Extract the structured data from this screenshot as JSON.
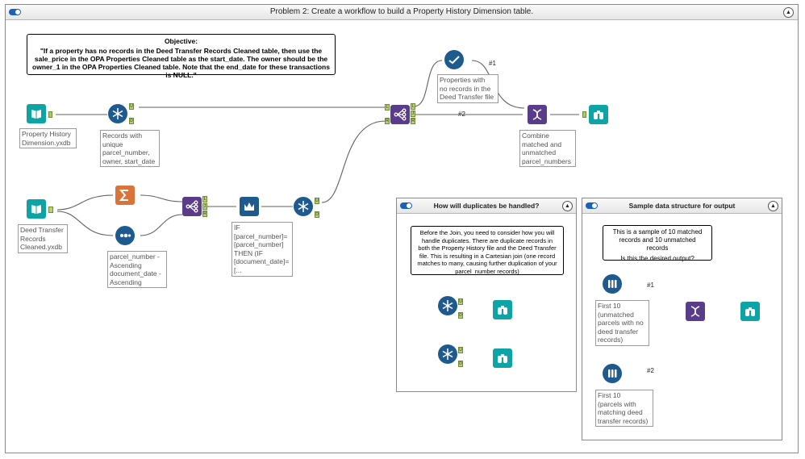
{
  "main": {
    "title": "Problem 2: Create a workflow to build a Property History Dimension table."
  },
  "objective": {
    "heading": "Objective:",
    "body": "\"If a property has no records in the Deed Transfer Records Cleaned table, then use the sale_price in the OPA Properties Cleaned table as the start_date. The owner should be the owner_1 in the OPA Properties Cleaned table. Note that the end_date for these transactions is NULL.\""
  },
  "annotations": {
    "output_file": [
      "Property History",
      "Dimension.yxdb"
    ],
    "unique": [
      "Records with",
      "unique",
      "parcel_number,",
      "owner, start_date"
    ],
    "input_file": [
      "Deed Transfer",
      "Records",
      "Cleaned.yxdb"
    ],
    "sort": [
      "parcel_number -",
      "Ascending",
      "document_date -",
      "Ascending"
    ],
    "formula": [
      "IF",
      "[parcel_number]=",
      "[parcel_number]",
      "THEN (IF",
      "[document_date]=",
      "[..."
    ],
    "no_records": [
      "Properties with",
      "no records in the",
      "Deed Transfer file"
    ],
    "combine": [
      "Combine",
      "matched and",
      "unmatched",
      "parcel_numbers"
    ],
    "first10_unmatched": [
      "First 10",
      "(unmatched",
      "parcels with no",
      "deed transfer",
      "records)"
    ],
    "first10_matched": [
      "First 10",
      "(parcels with",
      "matching deed",
      "transfer records)"
    ]
  },
  "wire_labels": {
    "one": "#1",
    "two": "#2"
  },
  "dup_panel": {
    "title": "How will duplicates be handled?",
    "note": "Before the Join, you need to consider how you will handle duplicates. There are duplicate records in both the Property History file and the Deed Transfer file. This is resulting in a Cartesian join (one record matches to many, causing further duplication of your parcel_number records)"
  },
  "sample_panel": {
    "title": "Sample data structure for output",
    "note1": "This is a sample of 10 matched records and 10 unmatched records",
    "note2": "Is this the desired output?",
    "wire1": "#1",
    "wire2": "#2"
  },
  "colors": {
    "accent": "#1b62b5",
    "teal": "#0ea3a5",
    "navy": "#1f5a8f",
    "purple": "#5a3d8a",
    "orange": "#d9733a",
    "anchor": "#a8c86a"
  },
  "icons": [
    "book-icon",
    "snowflake-icon",
    "sigma-icon",
    "dots-icon",
    "join-icon",
    "crown-icon",
    "check-icon",
    "dna-icon",
    "binoculars-icon",
    "flask-icon"
  ]
}
